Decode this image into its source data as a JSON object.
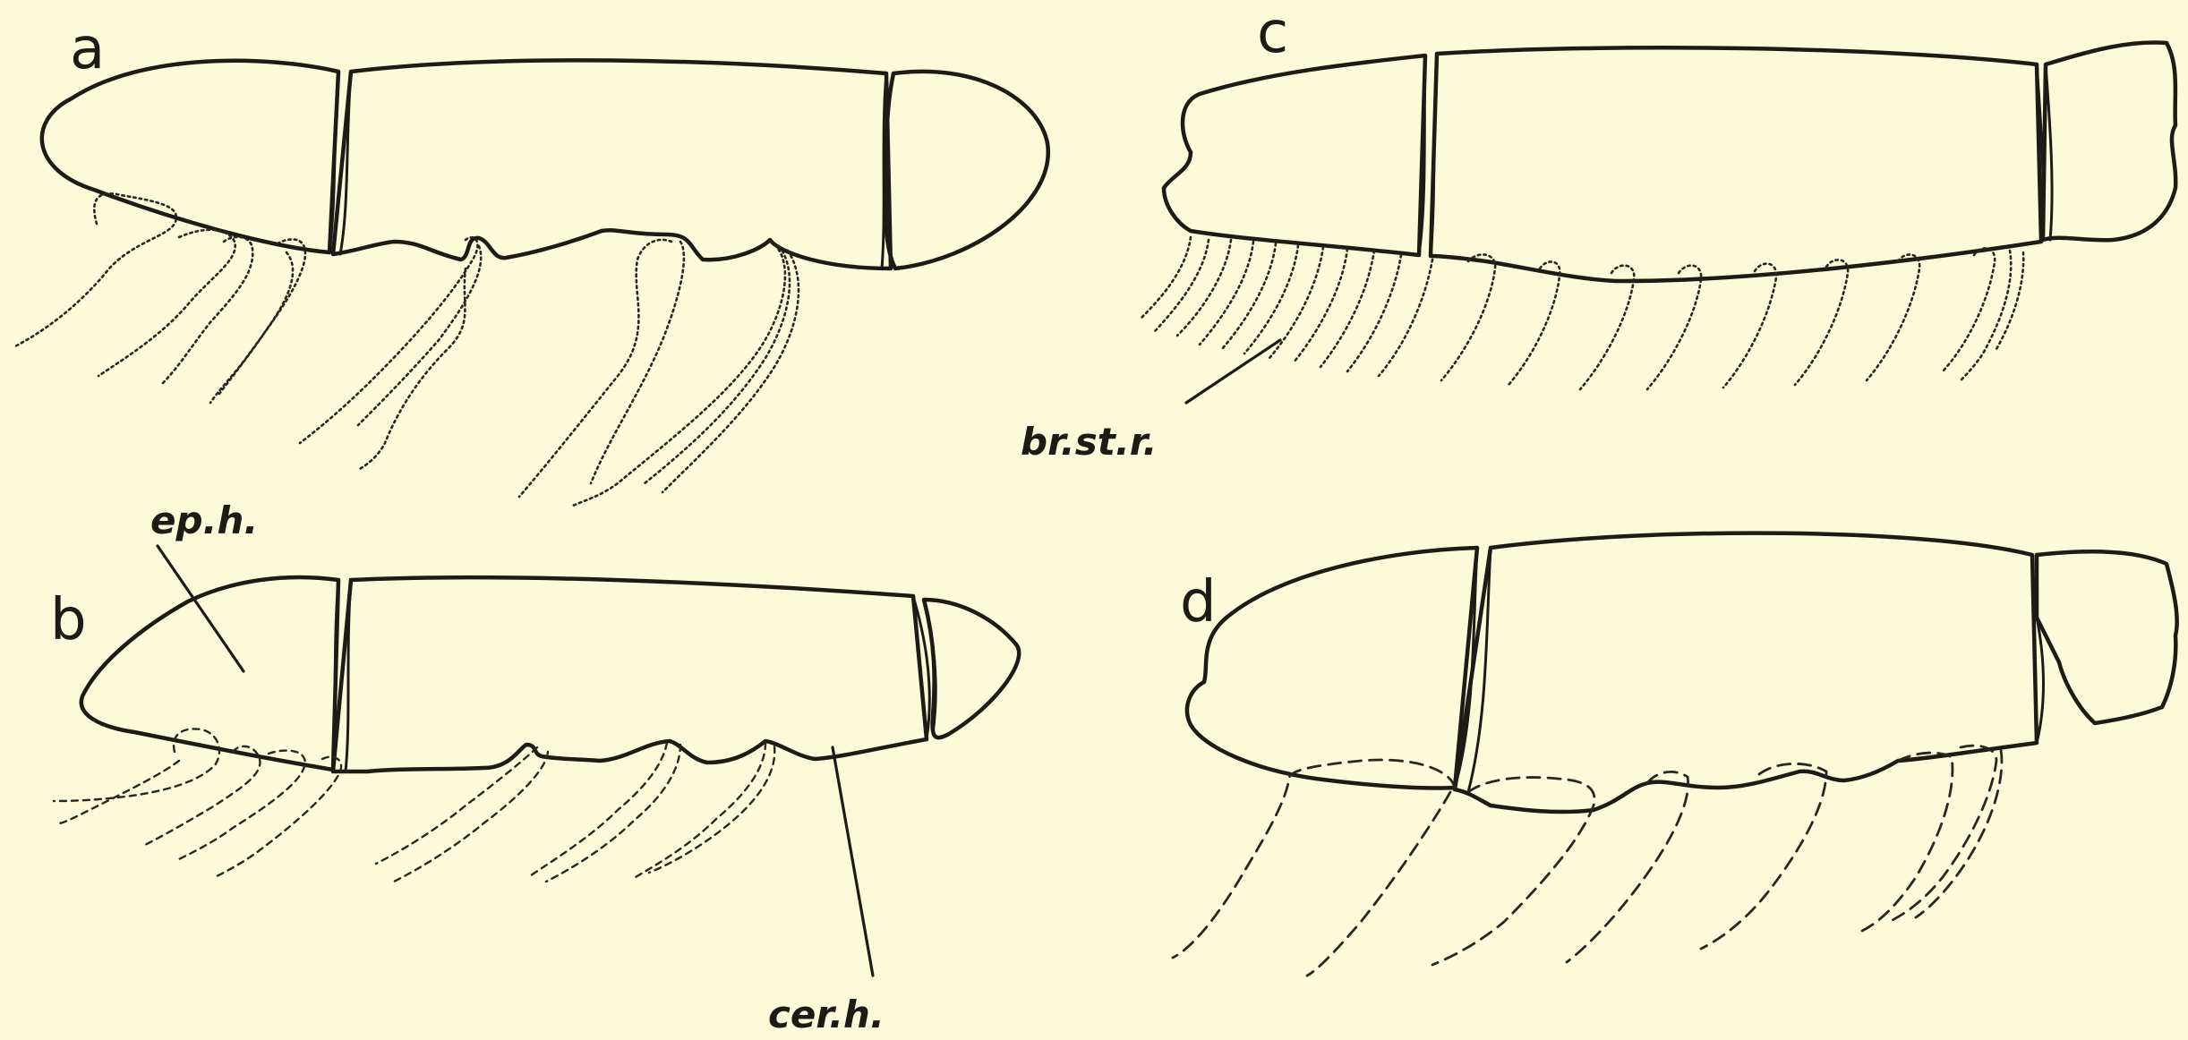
{
  "panels": {
    "a": {
      "letter": "a"
    },
    "b": {
      "letter": "b"
    },
    "c": {
      "letter": "c"
    },
    "d": {
      "letter": "d"
    }
  },
  "labels": {
    "epipleural_hook": "ep.h.",
    "ceratal_hook": "cer.h.",
    "branchiostegal_rays": "br.st.r."
  }
}
